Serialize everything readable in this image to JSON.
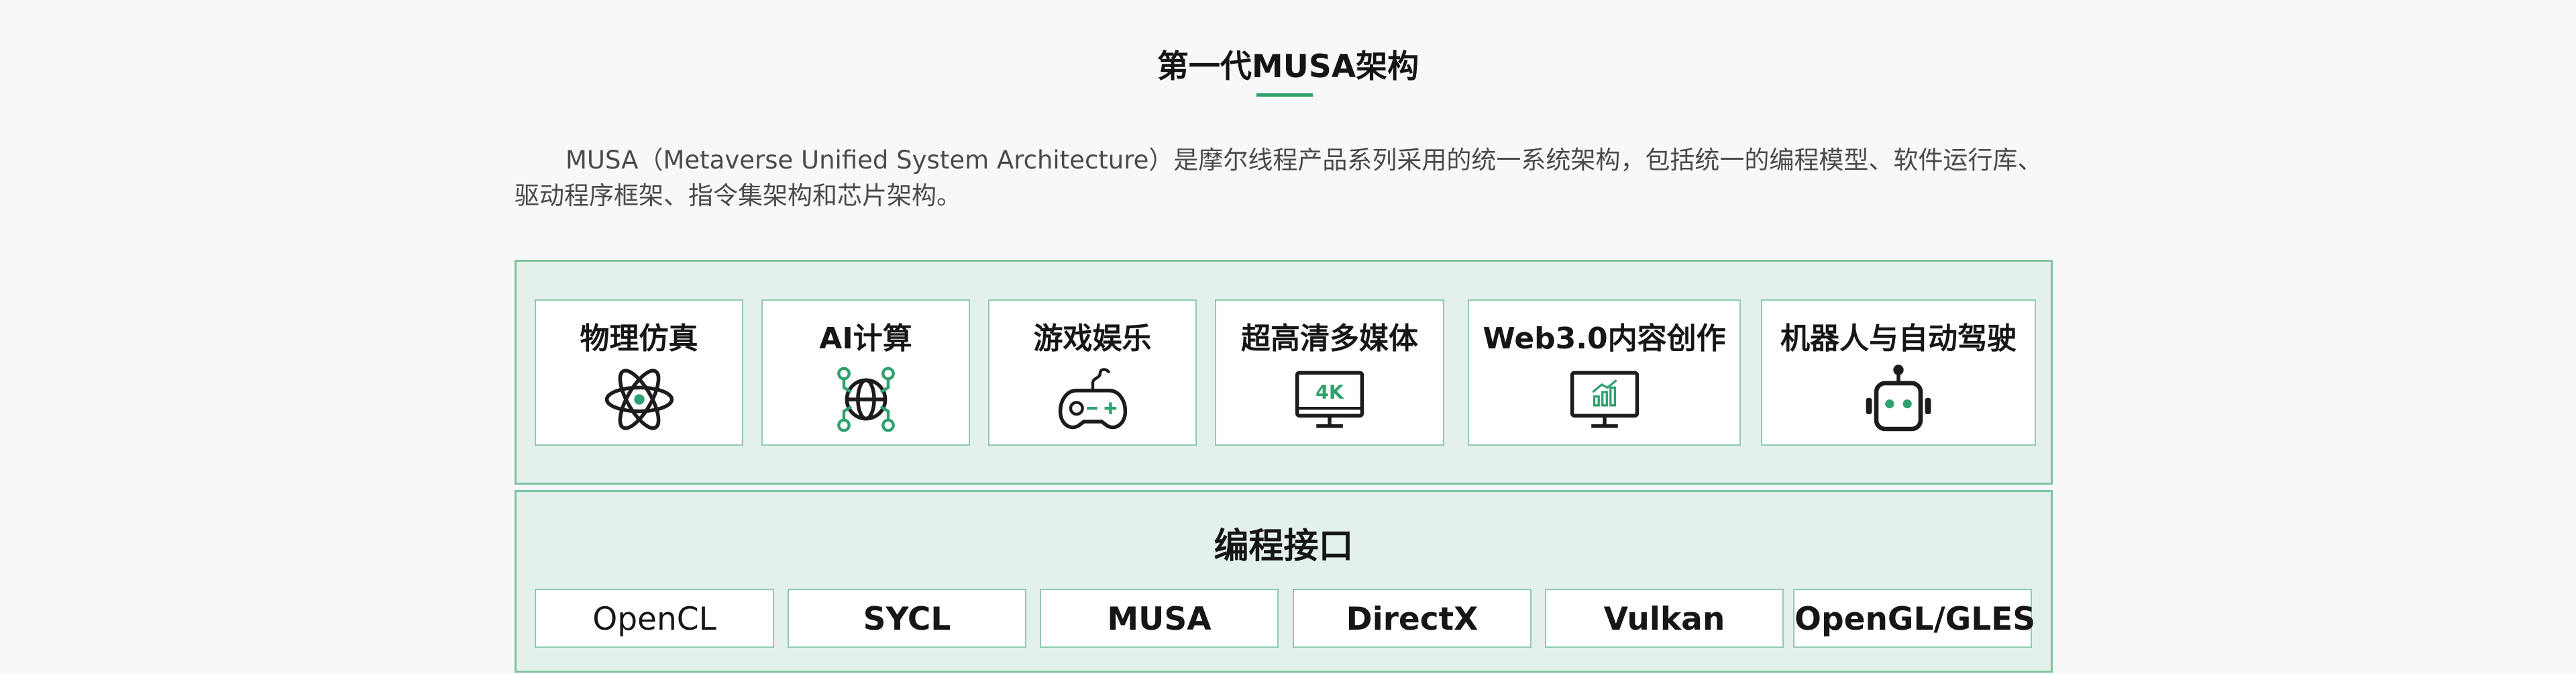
{
  "page_title": "第一代MUSA架构",
  "intro": "MUSA（Metaverse Unified System Architecture）是摩尔线程产品系列采用的统一系统架构，包括统一的编程模型、软件运行库、驱动程序框架、指令集架构和芯片架构。",
  "applications": [
    {
      "label": "物理仿真",
      "icon": "atom-icon"
    },
    {
      "label": "AI计算",
      "icon": "ai-globe-icon"
    },
    {
      "label": "游戏娱乐",
      "icon": "gamepad-icon"
    },
    {
      "label": "超高清多媒体",
      "icon": "monitor-4k-icon",
      "icon_text": "4K"
    },
    {
      "label": "Web3.0内容创作",
      "icon": "monitor-chart-icon"
    },
    {
      "label": "机器人与自动驾驶",
      "icon": "robot-icon"
    }
  ],
  "api_section": {
    "title": "编程接口",
    "items": [
      "OpenCL",
      "SYCL",
      "MUSA",
      "DirectX",
      "Vulkan",
      "OpenGL/GLES"
    ]
  },
  "colors": {
    "accent": "#2fa16e",
    "panel_bg": "#e4f0ea",
    "panel_border": "#7fc3a2"
  }
}
